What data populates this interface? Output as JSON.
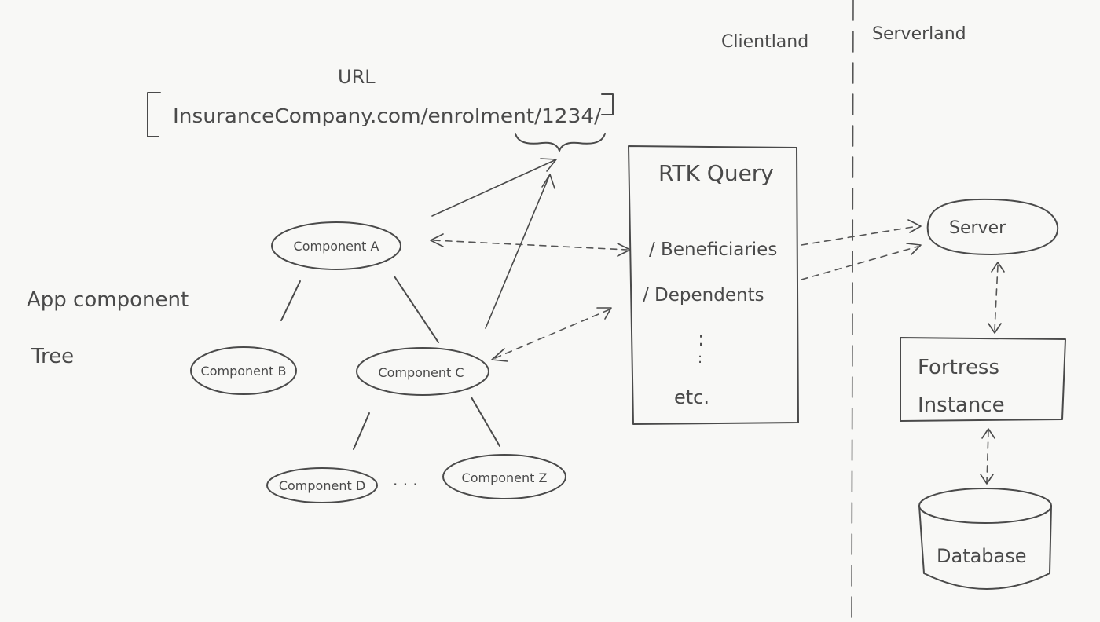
{
  "labels": {
    "url_title": "URL",
    "url_text": "InsuranceCompany.com/enrolment/1234/",
    "client_land": "Clientland",
    "server_land": "Serverland",
    "tree_line1": "App component",
    "tree_line2": "Tree",
    "rtk_title": "RTK Query",
    "endpoint_1": "/ Beneficiaries",
    "endpoint_2": "/ Dependents",
    "endpoint_dots": ":",
    "endpoint_etc": "etc.",
    "ellipsis": ". . ."
  },
  "nodes": {
    "component_a": "Component A",
    "component_b": "Component B",
    "component_c": "Component C",
    "component_d": "Component D",
    "component_z": "Component Z",
    "server": "Server",
    "fortress_line1": "Fortress",
    "fortress_line2": "Instance",
    "database": "Database"
  },
  "colors": {
    "ink": "#4a4a4a",
    "paper": "#f8f8f6"
  }
}
